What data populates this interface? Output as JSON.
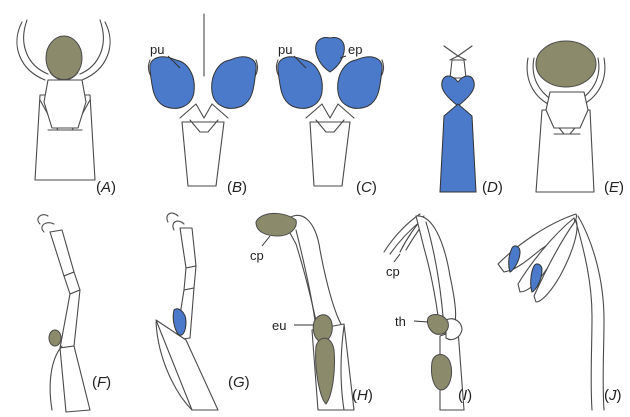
{
  "colors": {
    "olive": "#8b8a6a",
    "blue": "#4a7ac9",
    "outline": "#4a4a4a"
  },
  "panels": [
    {
      "id": "A",
      "letter": "A"
    },
    {
      "id": "B",
      "letter": "B"
    },
    {
      "id": "C",
      "letter": "C"
    },
    {
      "id": "D",
      "letter": "D"
    },
    {
      "id": "E",
      "letter": "E"
    },
    {
      "id": "F",
      "letter": "F"
    },
    {
      "id": "G",
      "letter": "G"
    },
    {
      "id": "H",
      "letter": "H"
    },
    {
      "id": "I",
      "letter": "I"
    },
    {
      "id": "J",
      "letter": "J"
    }
  ],
  "annotations": {
    "pu_b": "pu",
    "pu_c": "pu",
    "ep": "ep",
    "cp_h": "cp",
    "eu": "eu",
    "cp_i": "cp",
    "th": "th"
  }
}
